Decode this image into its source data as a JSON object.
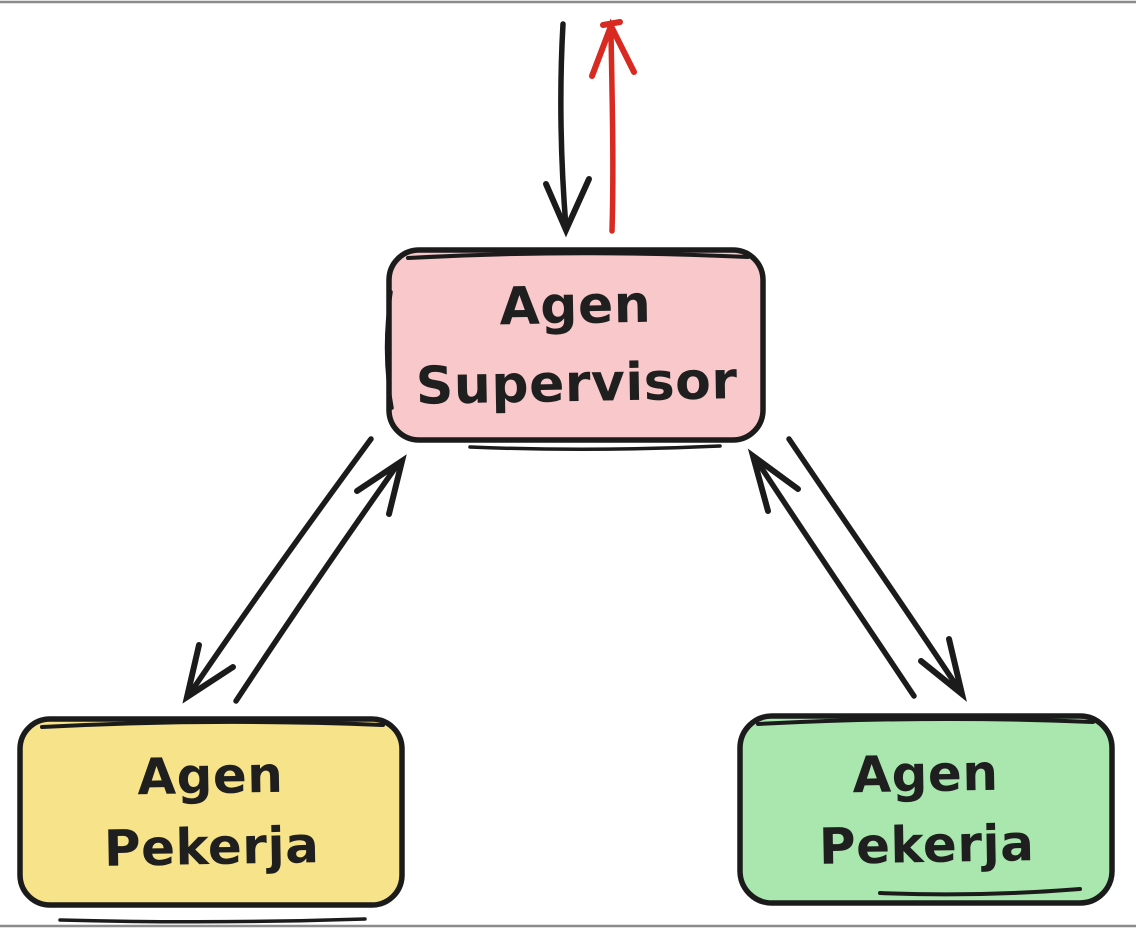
{
  "diagram": {
    "nodes": {
      "supervisor": {
        "line1": "Agen",
        "line2": "Supervisor",
        "fill": "#f9c8ca"
      },
      "worker_left": {
        "line1": "Agen",
        "line2": "Pekerja",
        "fill": "#f7e38a"
      },
      "worker_right": {
        "line1": "Agen",
        "line2": "Pekerja",
        "fill": "#a9e7af"
      }
    },
    "edges": [
      {
        "id": "inbound-top",
        "from": "outside-top",
        "to": "supervisor",
        "color": "#1b1b1b"
      },
      {
        "id": "outbound-top",
        "from": "supervisor",
        "to": "outside-top",
        "color": "#d92a22"
      },
      {
        "id": "supervisor-to-worker-left",
        "from": "supervisor",
        "to": "worker_left",
        "color": "#1b1b1b"
      },
      {
        "id": "worker-left-to-supervisor",
        "from": "worker_left",
        "to": "supervisor",
        "color": "#1b1b1b"
      },
      {
        "id": "supervisor-to-worker-right",
        "from": "supervisor",
        "to": "worker_right",
        "color": "#1b1b1b"
      },
      {
        "id": "worker-right-to-supervisor",
        "from": "worker_right",
        "to": "supervisor",
        "color": "#1b1b1b"
      }
    ],
    "colors": {
      "background": "#ffffff",
      "ink": "#1b1b1b",
      "red": "#d92a22",
      "text": "#1f1f1f",
      "supervisor_fill": "#f9c8ca",
      "worker_left_fill": "#f7e38a",
      "worker_right_fill": "#a9e7af"
    }
  }
}
